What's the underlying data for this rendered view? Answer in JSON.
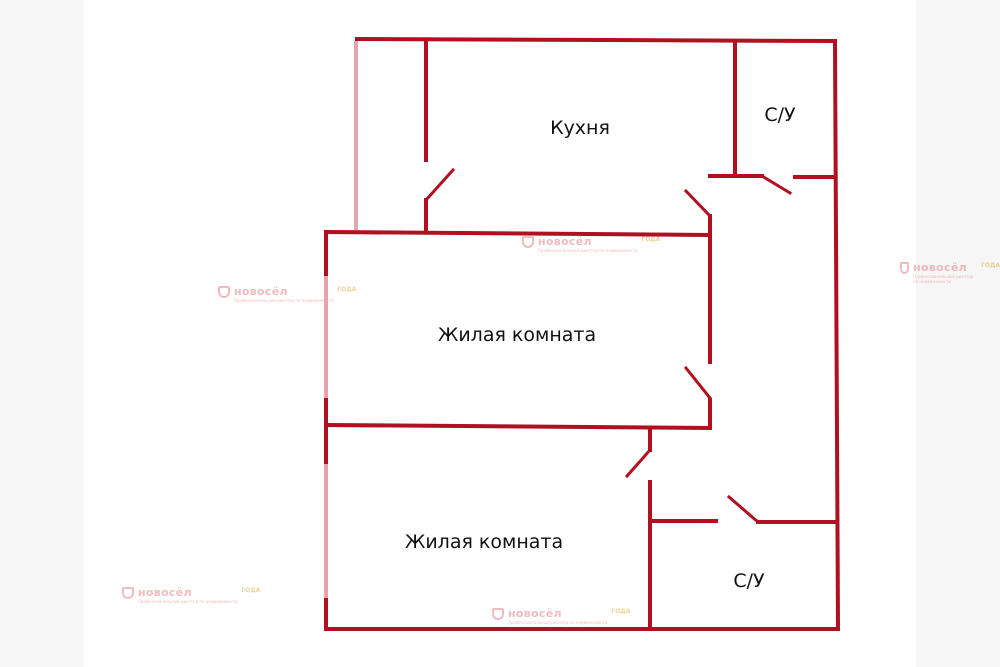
{
  "colors": {
    "wall": "#b01020",
    "window": "#e6a3aa",
    "text": "#111111",
    "watermark": "#e2878f"
  },
  "rooms": {
    "kitchen": "Кухня",
    "bathroom_top": "С/У",
    "living_room_1": "Жилая комната",
    "living_room_2": "Жилая комната",
    "bathroom_bottom": "С/У"
  },
  "watermark": {
    "brand": "новосёл",
    "subtitle": "Профессиональный риэлтор по недвижимости",
    "badge": "ГОДА"
  }
}
